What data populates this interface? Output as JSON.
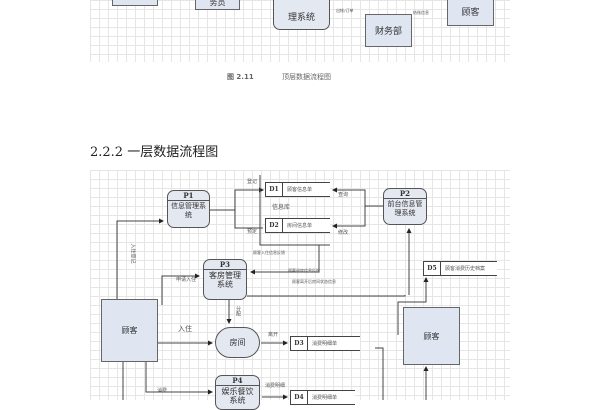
{
  "top_diagram": {
    "box1": "",
    "box2": "务员",
    "system": "理系统",
    "finance": "财务部",
    "customer": "顾客",
    "flow1": "出帐/订单",
    "flow2": "结账信息"
  },
  "caption": {
    "number": "图 2.11",
    "title": "顶层数据流程图"
  },
  "heading": "2.2.2 一层数据流程图",
  "diagram": {
    "p1": {
      "id": "P1",
      "name": "信息管理系统"
    },
    "p2": {
      "id": "P2",
      "name": "前台信息管理系统"
    },
    "p3": {
      "id": "P3",
      "name": "客房管理系统"
    },
    "p4": {
      "id": "P4",
      "name": "娱乐餐饮系统"
    },
    "d1": {
      "id": "D1",
      "name": "顾客信息单"
    },
    "d2": {
      "id": "D2",
      "name": "房间信息单"
    },
    "d3": {
      "id": "D3",
      "name": "消费明细单"
    },
    "d4": {
      "id": "D4",
      "name": "消费明细单"
    },
    "d5": {
      "id": "D5",
      "name": "顾客消费历史档案"
    },
    "info_db": "信息库",
    "room": "房间",
    "customer_left": "顾客",
    "customer_right": "顾客",
    "flows": {
      "register": "登记",
      "checkin_req": "入住登记",
      "query": "查询",
      "modify": "修改",
      "reserve": "预定",
      "customer_info_feedback": "顾客入住信息反馈",
      "room_info_feedback": "顾客退房信息反馈",
      "room_status_feedback": "顾客离开后房间状态信息",
      "apply_in": "申请入住",
      "checkin": "入住",
      "allocate": "分配",
      "leave": "离开",
      "consume": "消费",
      "consume_detail": "消费明细"
    }
  }
}
